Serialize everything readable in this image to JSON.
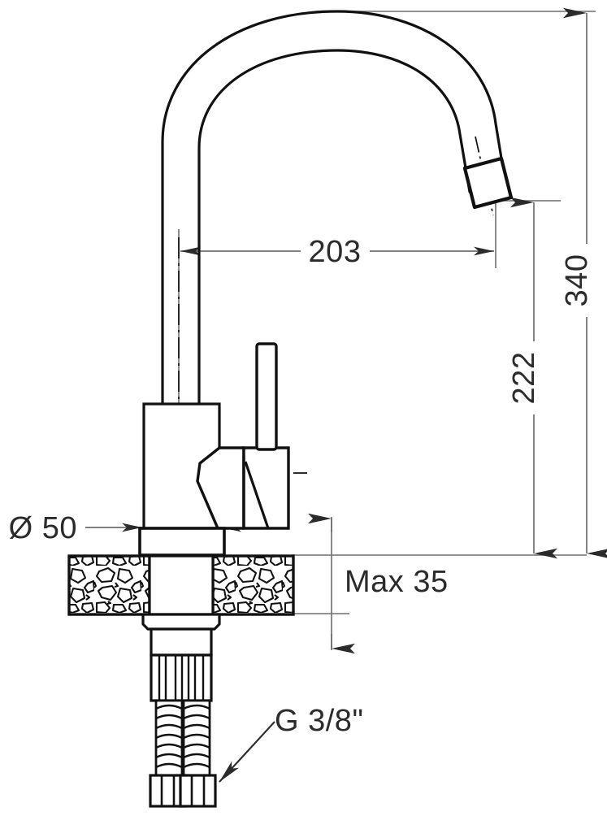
{
  "drawing": {
    "title": "Kitchen mixer tap dimensional drawing",
    "units": "mm",
    "line_color": "#111111",
    "dimension_color": "#6e6e6e",
    "text_color": "#2b2b2b",
    "background": "#ffffff"
  },
  "dimensions": {
    "spout_reach": {
      "label": "203",
      "name": "spout-reach",
      "orientation": "horizontal",
      "value": 203,
      "unit": "mm"
    },
    "overall_height": {
      "label": "340",
      "name": "overall-height",
      "orientation": "vertical",
      "value": 340,
      "unit": "mm"
    },
    "spout_height": {
      "label": "222",
      "name": "spout-height",
      "orientation": "vertical",
      "value": 222,
      "unit": "mm"
    },
    "base_diameter": {
      "label": "Ø 50",
      "name": "base-diameter",
      "orientation": "horizontal",
      "value": 50,
      "unit": "mm",
      "symbol": "diameter-symbol"
    },
    "max_thickness": {
      "label": "Max 35",
      "name": "max-counter-thickness",
      "orientation": "vertical",
      "value": 35,
      "unit": "mm"
    },
    "thread_size": {
      "label": "G 3/8\"",
      "name": "supply-hose-thread",
      "type": "callout",
      "value": "G 3/8\""
    }
  },
  "parts": [
    {
      "name": "spout-arc",
      "label": "Curved gooseneck spout"
    },
    {
      "name": "spout-outlet",
      "label": "Aerator outlet"
    },
    {
      "name": "riser-tube",
      "label": "Vertical riser tube"
    },
    {
      "name": "body-cylinder",
      "label": "Mixer body"
    },
    {
      "name": "lever-handle",
      "label": "Side lever handle"
    },
    {
      "name": "cartridge-cap",
      "label": "Cartridge cap"
    },
    {
      "name": "base-flange",
      "label": "Base flange"
    },
    {
      "name": "countertop",
      "label": "Countertop section (hatched)"
    },
    {
      "name": "shank",
      "label": "Mounting shank"
    },
    {
      "name": "supply-hose-left",
      "label": "Braided supply hose"
    },
    {
      "name": "supply-hose-right",
      "label": "Braided supply hose"
    },
    {
      "name": "hose-nut-left",
      "label": "Hex connection nut"
    },
    {
      "name": "hose-nut-right",
      "label": "Hex connection nut"
    },
    {
      "name": "centerline",
      "label": "Axis centerline"
    }
  ]
}
